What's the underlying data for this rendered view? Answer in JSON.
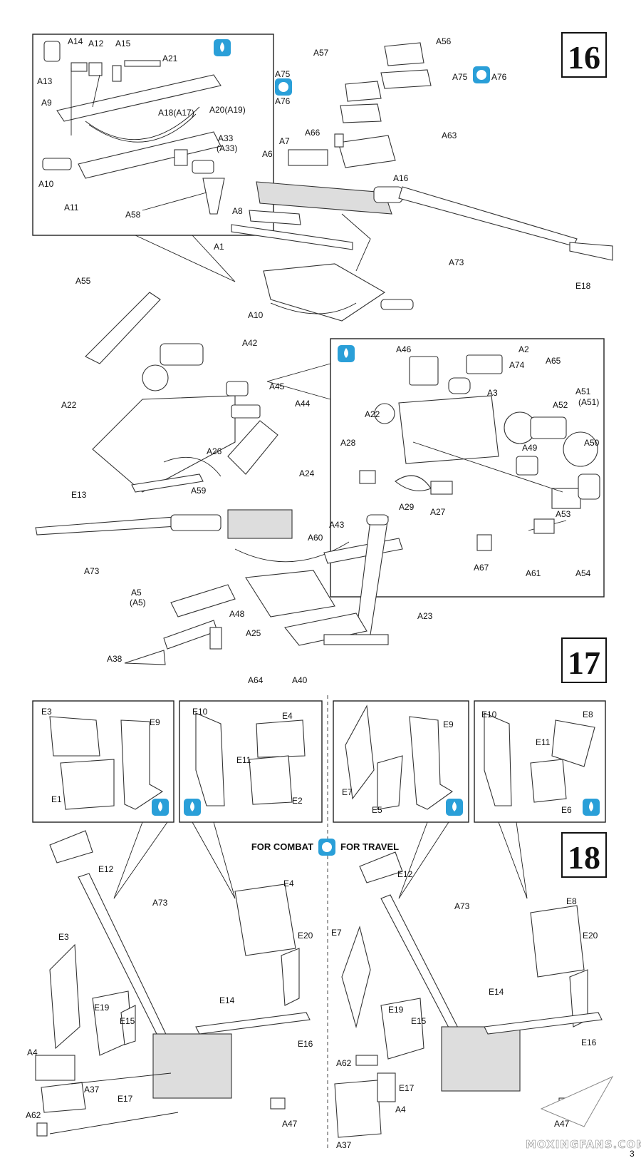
{
  "steps": [
    "16",
    "17",
    "18"
  ],
  "headers": {
    "combat": "FOR COMBAT",
    "travel": "FOR TRAVEL"
  },
  "watermark": "MOXINGFANS.COM",
  "page_mark": "3",
  "icons": {
    "glue": "glue-drop-icon",
    "option": "option-choice-icon"
  },
  "colors": {
    "icon_blue": "#2a9fd8",
    "line": "#222222"
  },
  "labels": {
    "s16": [
      "A13",
      "A14",
      "A12",
      "A15",
      "A21",
      "A9",
      "A18(A17)",
      "A20(A19)",
      "A33",
      "(A33)",
      "A10",
      "A11",
      "A58",
      "A57",
      "A56",
      "A75",
      "A76",
      "A75",
      "A76",
      "A66",
      "A63",
      "A7",
      "A6",
      "A16",
      "A8",
      "A1",
      "A73",
      "E18",
      "A10"
    ],
    "s17": [
      "A55",
      "A42",
      "A45",
      "A44",
      "A22",
      "A26",
      "A24",
      "A59",
      "E13",
      "A73",
      "A43",
      "A60",
      "A5",
      "(A5)",
      "A48",
      "A25",
      "A23",
      "A38",
      "A64",
      "A40",
      "A46",
      "A2",
      "A74",
      "A3",
      "A65",
      "A51",
      "(A51)",
      "A52",
      "A22",
      "A50",
      "A28",
      "A49",
      "A29",
      "A27",
      "A53",
      "A67",
      "A61",
      "A54"
    ],
    "s18": [
      "E3",
      "E9",
      "E1",
      "E10",
      "E4",
      "E11",
      "E2",
      "E9",
      "E7",
      "E5",
      "E10",
      "E8",
      "E11",
      "E6",
      "E12",
      "A73",
      "E4",
      "E20",
      "E3",
      "E14",
      "E19",
      "E15",
      "A4",
      "E16",
      "A37",
      "E17",
      "A62",
      "A47",
      "E12",
      "A73",
      "E8",
      "E20",
      "E7",
      "E14",
      "E19",
      "E15",
      "A62",
      "E16",
      "E17",
      "A4",
      "A37",
      "A47"
    ]
  }
}
